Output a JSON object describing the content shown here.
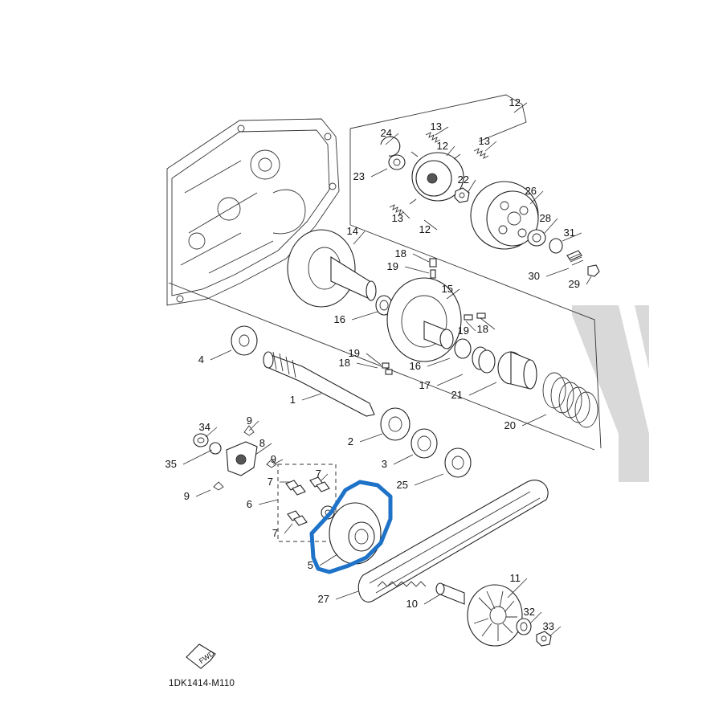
{
  "diagram": {
    "drawing_code": "1DK1414-M110",
    "fwd_label": "FWD",
    "highlight_color": "#1e73c8",
    "callouts": [
      "1",
      "2",
      "3",
      "4",
      "5",
      "6",
      "7",
      "7",
      "7",
      "8",
      "9",
      "9",
      "9",
      "10",
      "11",
      "12",
      "12",
      "12",
      "13",
      "13",
      "13",
      "14",
      "15",
      "16",
      "16",
      "17",
      "18",
      "18",
      "18",
      "19",
      "19",
      "19",
      "20",
      "21",
      "22",
      "23",
      "24",
      "25",
      "26",
      "27",
      "28",
      "29",
      "30",
      "31",
      "32",
      "33",
      "34",
      "35"
    ]
  }
}
